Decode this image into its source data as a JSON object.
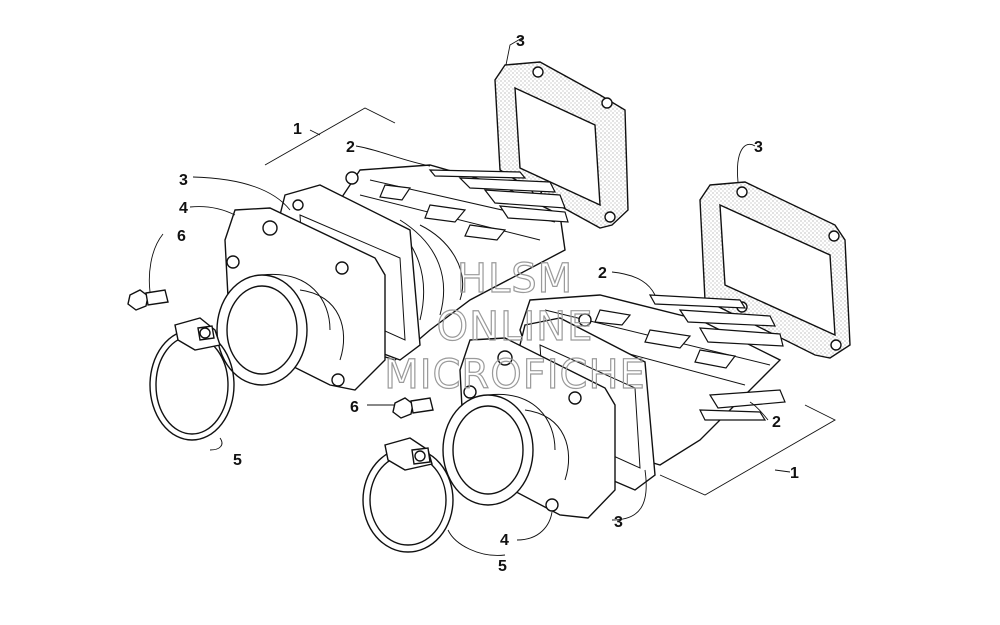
{
  "watermark": {
    "line1": "HLSM",
    "line2": "ONLINE",
    "line3": "MICROFICHE"
  },
  "callouts": {
    "c1_left": "1",
    "c2_left": "2",
    "c3_top": "3",
    "c3_right": "3",
    "c3_left": "3",
    "c4_left": "4",
    "c6_left": "6",
    "c2_mid": "2",
    "c6_mid": "6",
    "c2_right": "2",
    "c1_right": "1",
    "c5_left": "5",
    "c3_bottom": "3",
    "c4_bottom": "4",
    "c5_bottom": "5"
  },
  "colors": {
    "line": "#111111",
    "watermark": "#9a9a9a",
    "background": "#ffffff"
  }
}
